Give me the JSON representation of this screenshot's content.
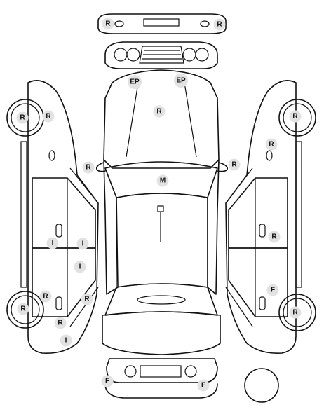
{
  "diagram": {
    "badges": [
      {
        "id": "rear-bumper-left",
        "code": "R"
      },
      {
        "id": "rear-bumper-right",
        "code": "R"
      },
      {
        "id": "windshield-left",
        "code": "EP"
      },
      {
        "id": "windshield-right",
        "code": "EP"
      },
      {
        "id": "hood",
        "code": "R"
      },
      {
        "id": "left-mirror",
        "code": "R"
      },
      {
        "id": "right-mirror",
        "code": "R"
      },
      {
        "id": "roof",
        "code": "M"
      },
      {
        "id": "left-front-wheel",
        "code": "R"
      },
      {
        "id": "left-front-wheel-arch",
        "code": "R"
      },
      {
        "id": "right-front-wheel",
        "code": "R"
      },
      {
        "id": "right-front-fender",
        "code": "R"
      },
      {
        "id": "left-front-door-lower",
        "code": "I"
      },
      {
        "id": "left-rear-door-upper",
        "code": "I"
      },
      {
        "id": "left-rear-door",
        "code": "I"
      },
      {
        "id": "right-front-door",
        "code": "R"
      },
      {
        "id": "right-rear-door",
        "code": "F"
      },
      {
        "id": "left-rear-wheel-arch",
        "code": "R"
      },
      {
        "id": "left-rear-sill",
        "code": "R"
      },
      {
        "id": "left-rear-wheel",
        "code": "R"
      },
      {
        "id": "left-rear-quarter-lower",
        "code": "R"
      },
      {
        "id": "left-rear-bumper-corner",
        "code": "I"
      },
      {
        "id": "right-rear-wheel",
        "code": "R"
      },
      {
        "id": "front-bumper-left",
        "code": "F"
      },
      {
        "id": "front-bumper-right",
        "code": "F"
      }
    ]
  }
}
